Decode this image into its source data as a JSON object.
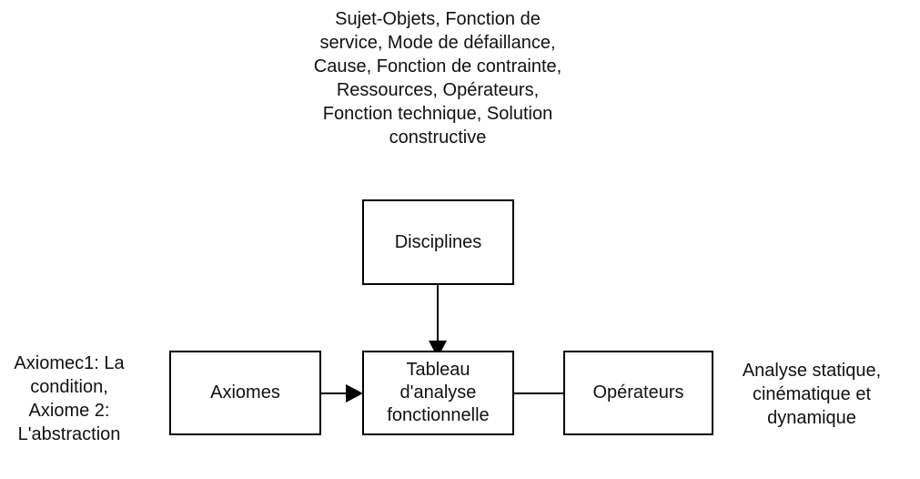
{
  "top_annotation": "Sujet-Objets, Fonction de\nservice, Mode de défaillance,\nCause, Fonction de contrainte,\nRessources, Opérateurs,\nFonction technique, Solution\nconstructive",
  "left_annotation": "Axiomec1: La\ncondition,\nAxiome 2:\nL'abstraction",
  "right_annotation": "Analyse statique,\ncinématique et\ndynamique",
  "boxes": {
    "disciplines": "Disciplines",
    "axiomes": "Axiomes",
    "tableau": "Tableau\nd'analyse\nfonctionnelle",
    "operateurs": "Opérateurs"
  }
}
